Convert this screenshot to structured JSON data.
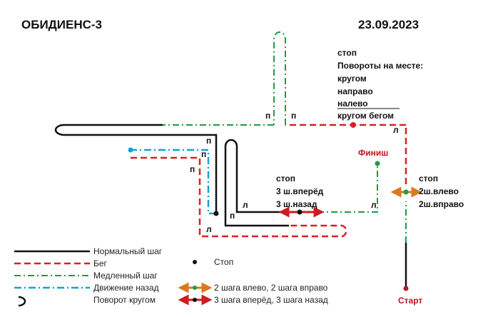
{
  "header": {
    "title": "ОБИДИЕНС-3",
    "date": "23.09.2023"
  },
  "colors": {
    "normal": "#111111",
    "run": "#d92027",
    "slow": "#1e9b47",
    "back": "#12a2d6",
    "arrow_orange": "#d97a22",
    "arrow_red": "#d11a22",
    "label_red": "#c0141c"
  },
  "diagram": {
    "start_label": "Старт",
    "finish_label": "Финиш",
    "turn_labels": {
      "p1": "п",
      "p2": "п",
      "p3": "п",
      "p4": "п",
      "p5": "п",
      "p6": "п",
      "l1": "л",
      "l2": "л",
      "l3": "л",
      "l4": "л"
    },
    "note_top": {
      "line1": "стоп",
      "line2": "Повороты на месте:",
      "line3": "кругом",
      "line4": "направо",
      "line5": "налево",
      "line6": "кругом бегом"
    },
    "note_mid": {
      "line1": "стоп",
      "line2": "3 ш.вперёд",
      "line3": "3 ш.назад"
    },
    "note_right": {
      "line1": "стоп",
      "line2": "2ш.влево",
      "line3": "2ш.вправо"
    }
  },
  "legend": {
    "normal_walk": "Нормальный шаг",
    "run": "Бег",
    "slow_walk": "Медленный шаг",
    "backward": "Движение назад",
    "about_turn": "Поворот кругом",
    "stop": "Стоп",
    "side_steps": "2 шага влево, 2 шага вправо",
    "forward_back": "3 шага вперёд, 3 шага назад"
  }
}
